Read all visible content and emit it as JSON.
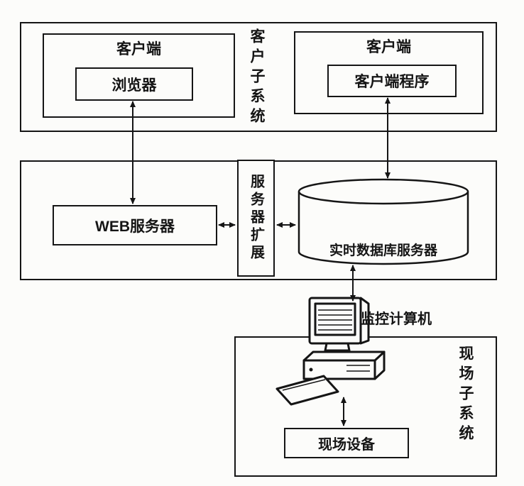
{
  "style": {
    "ink": "#151515",
    "paper": "#fcfcfa"
  },
  "icons": {
    "database_icon": "cylinder",
    "computer_icon": "desktop-pc-line-art",
    "arrow_style": "double-headed-black-triangles"
  },
  "diagram": {
    "client_subsystem": {
      "vertical_label": "客户子系统",
      "browser_client": {
        "title": "客户端",
        "component": "浏览器"
      },
      "program_client": {
        "title": "客户端",
        "component": "客户端程序"
      }
    },
    "server_subsystem": {
      "web_server": "WEB服务器",
      "server_extension": "服务器扩展",
      "realtime_database": "实时数据库服务器"
    },
    "field_subsystem": {
      "vertical_label": "现场子系统",
      "monitoring_computer": "监控计算机",
      "field_device": "现场设备"
    },
    "connections": [
      {
        "from": "浏览器",
        "to": "WEB服务器",
        "type": "bidirectional"
      },
      {
        "from": "客户端程序",
        "to": "实时数据库服务器",
        "type": "bidirectional"
      },
      {
        "from": "WEB服务器",
        "to": "服务器扩展",
        "type": "bidirectional"
      },
      {
        "from": "服务器扩展",
        "to": "实时数据库服务器",
        "type": "bidirectional"
      },
      {
        "from": "实时数据库服务器",
        "to": "监控计算机",
        "type": "bidirectional"
      },
      {
        "from": "监控计算机",
        "to": "现场设备",
        "type": "bidirectional"
      }
    ]
  }
}
